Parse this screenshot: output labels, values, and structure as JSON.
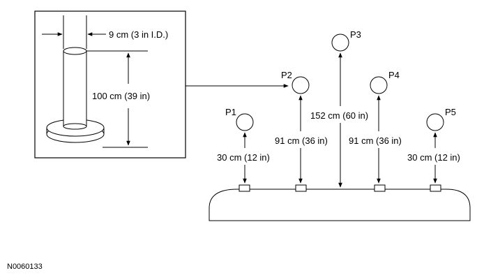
{
  "diagram": {
    "inset": {
      "diameter_label": "9 cm (3 in I.D.)",
      "height_label": "100 cm (39 in)"
    },
    "points": [
      {
        "label": "P1",
        "distance_label": "30 cm (12 in)"
      },
      {
        "label": "P2",
        "distance_label": "91 cm (36 in)"
      },
      {
        "label": "P3",
        "distance_label": "152 cm (60 in)"
      },
      {
        "label": "P4",
        "distance_label": "91 cm (36 in)"
      },
      {
        "label": "P5",
        "distance_label": "30 cm (12 in)"
      }
    ],
    "reference_code": "N0060133"
  }
}
